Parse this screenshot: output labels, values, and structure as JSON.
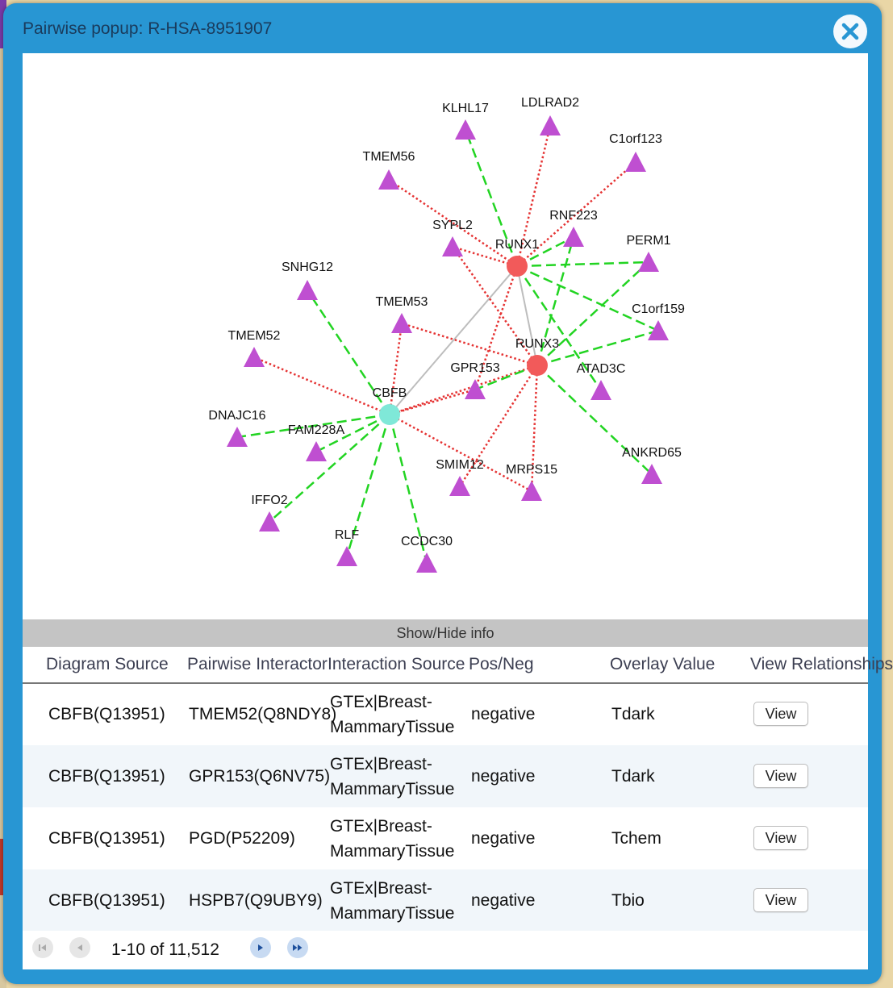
{
  "window": {
    "title": "Pairwise popup: R-HSA-8951907",
    "close_icon": "close-x-icon"
  },
  "graph": {
    "source_nodes": [
      {
        "id": "RUNX1",
        "label": "RUNX1",
        "color": "#f25a5a"
      },
      {
        "id": "RUNX3",
        "label": "RUNX3",
        "color": "#f25a5a"
      },
      {
        "id": "CBFB",
        "label": "CBFB",
        "color": "#7fe8d8"
      }
    ],
    "partner_nodes": [
      {
        "id": "KLHL17",
        "label": "KLHL17"
      },
      {
        "id": "LDLRAD2",
        "label": "LDLRAD2"
      },
      {
        "id": "C1orf123",
        "label": "C1orf123"
      },
      {
        "id": "TMEM56",
        "label": "TMEM56"
      },
      {
        "id": "SYPL2",
        "label": "SYPL2"
      },
      {
        "id": "RNF223",
        "label": "RNF223"
      },
      {
        "id": "PERM1",
        "label": "PERM1"
      },
      {
        "id": "SNHG12",
        "label": "SNHG12"
      },
      {
        "id": "TMEM53",
        "label": "TMEM53"
      },
      {
        "id": "C1orf159",
        "label": "C1orf159"
      },
      {
        "id": "TMEM52",
        "label": "TMEM52"
      },
      {
        "id": "GPR153",
        "label": "GPR153"
      },
      {
        "id": "ATAD3C",
        "label": "ATAD3C"
      },
      {
        "id": "DNAJC16",
        "label": "DNAJC16"
      },
      {
        "id": "FAM228A",
        "label": "FAM228A"
      },
      {
        "id": "ANKRD65",
        "label": "ANKRD65"
      },
      {
        "id": "SMIM12",
        "label": "SMIM12"
      },
      {
        "id": "MRPS15",
        "label": "MRPS15"
      },
      {
        "id": "IFFO2",
        "label": "IFFO2"
      },
      {
        "id": "RLF",
        "label": "RLF"
      },
      {
        "id": "CCDC30",
        "label": "CCDC30"
      }
    ],
    "partner_color": "#bf4fd1",
    "edge_colors": {
      "positive": "#22d422",
      "negative": "#e53333",
      "source": "#bdbdbd"
    }
  },
  "info_toggle": "Show/Hide info",
  "table": {
    "columns": [
      "Diagram Source",
      "Pairwise Interactor",
      "Interaction Source",
      "Pos/Neg",
      "Overlay Value",
      "View Relationships"
    ],
    "view_label": "View",
    "rows": [
      {
        "diagram_source": "CBFB(Q13951)",
        "interactor": "TMEM52(Q8NDY8)",
        "source_line1": "GTEx|Breast-",
        "source_line2": "MammaryTissue",
        "posneg": "negative",
        "overlay": "Tdark"
      },
      {
        "diagram_source": "CBFB(Q13951)",
        "interactor": "GPR153(Q6NV75)",
        "source_line1": "GTEx|Breast-",
        "source_line2": "MammaryTissue",
        "posneg": "negative",
        "overlay": "Tdark"
      },
      {
        "diagram_source": "CBFB(Q13951)",
        "interactor": "PGD(P52209)",
        "source_line1": "GTEx|Breast-",
        "source_line2": "MammaryTissue",
        "posneg": "negative",
        "overlay": "Tchem"
      },
      {
        "diagram_source": "CBFB(Q13951)",
        "interactor": "HSPB7(Q9UBY9)",
        "source_line1": "GTEx|Breast-",
        "source_line2": "MammaryTissue",
        "posneg": "negative",
        "overlay": "Tbio"
      }
    ]
  },
  "pager": {
    "range_text": "1-10 of 11,512",
    "first_icon": "first-page-icon",
    "prev_icon": "prev-page-icon",
    "next_icon": "next-page-icon",
    "last_icon": "last-page-icon"
  }
}
